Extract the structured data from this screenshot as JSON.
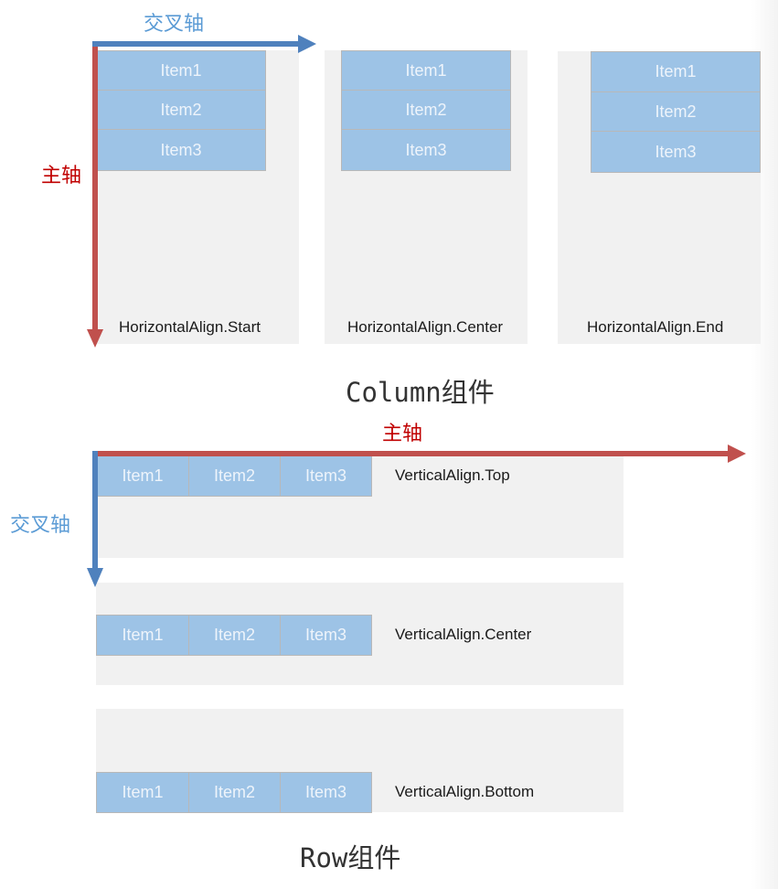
{
  "colors": {
    "item_fill": "#9dc3e6",
    "panel_fill": "#f1f1f1",
    "main_axis": "#c0504d",
    "cross_axis": "#4f81bd",
    "main_axis_label": "#c00000",
    "cross_axis_label": "#5b9bd5"
  },
  "column_section": {
    "title": "Column组件",
    "main_axis_label": "主轴",
    "cross_axis_label": "交叉轴",
    "panels": [
      {
        "caption": "HorizontalAlign.Start",
        "alignment": "start",
        "items": [
          "Item1",
          "Item2",
          "Item3"
        ]
      },
      {
        "caption": "HorizontalAlign.Center",
        "alignment": "center",
        "items": [
          "Item1",
          "Item2",
          "Item3"
        ]
      },
      {
        "caption": "HorizontalAlign.End",
        "alignment": "end",
        "items": [
          "Item1",
          "Item2",
          "Item3"
        ]
      }
    ]
  },
  "row_section": {
    "title": "Row组件",
    "main_axis_label": "主轴",
    "cross_axis_label": "交叉轴",
    "panels": [
      {
        "caption": "VerticalAlign.Top",
        "alignment": "top",
        "items": [
          "Item1",
          "Item2",
          "Item3"
        ]
      },
      {
        "caption": "VerticalAlign.Center",
        "alignment": "center",
        "items": [
          "Item1",
          "Item2",
          "Item3"
        ]
      },
      {
        "caption": "VerticalAlign.Bottom",
        "alignment": "bottom",
        "items": [
          "Item1",
          "Item2",
          "Item3"
        ]
      }
    ]
  }
}
